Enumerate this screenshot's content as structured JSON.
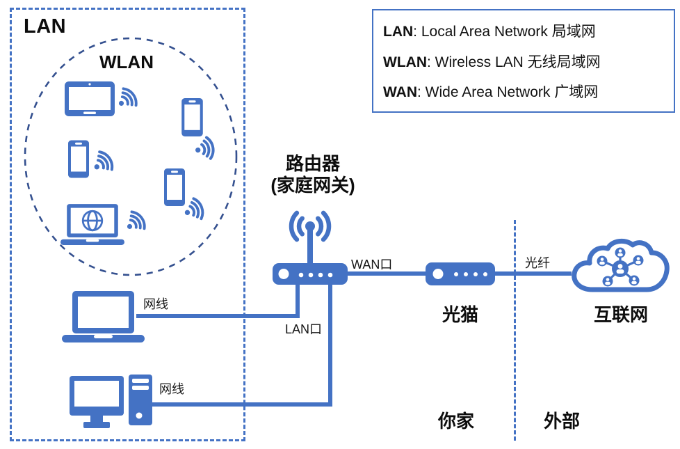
{
  "colors": {
    "primary": "#4472C4",
    "wlan_ellipse": "#34508F",
    "text": "#0d0d0d",
    "legend_border": "#4472C4"
  },
  "lan": {
    "label": "LAN"
  },
  "wlan": {
    "label": "WLAN"
  },
  "legend": {
    "items": [
      {
        "term": "LAN",
        "desc": ": Local Area Network 局域网"
      },
      {
        "term": "WLAN",
        "desc": ": Wireless LAN 无线局域网"
      },
      {
        "term": "WAN",
        "desc": ": Wide Area Network 广域网"
      }
    ]
  },
  "router": {
    "title": "路由器",
    "subtitle": "(家庭网关)"
  },
  "labels": {
    "wan_port": "WAN口",
    "lan_port": "LAN口",
    "cable_laptop": "网线",
    "cable_desktop": "网线",
    "fiber": "光纤"
  },
  "modem": {
    "label": "光猫"
  },
  "internet": {
    "label": "互联网"
  },
  "zones": {
    "home": "你家",
    "outside": "外部"
  }
}
